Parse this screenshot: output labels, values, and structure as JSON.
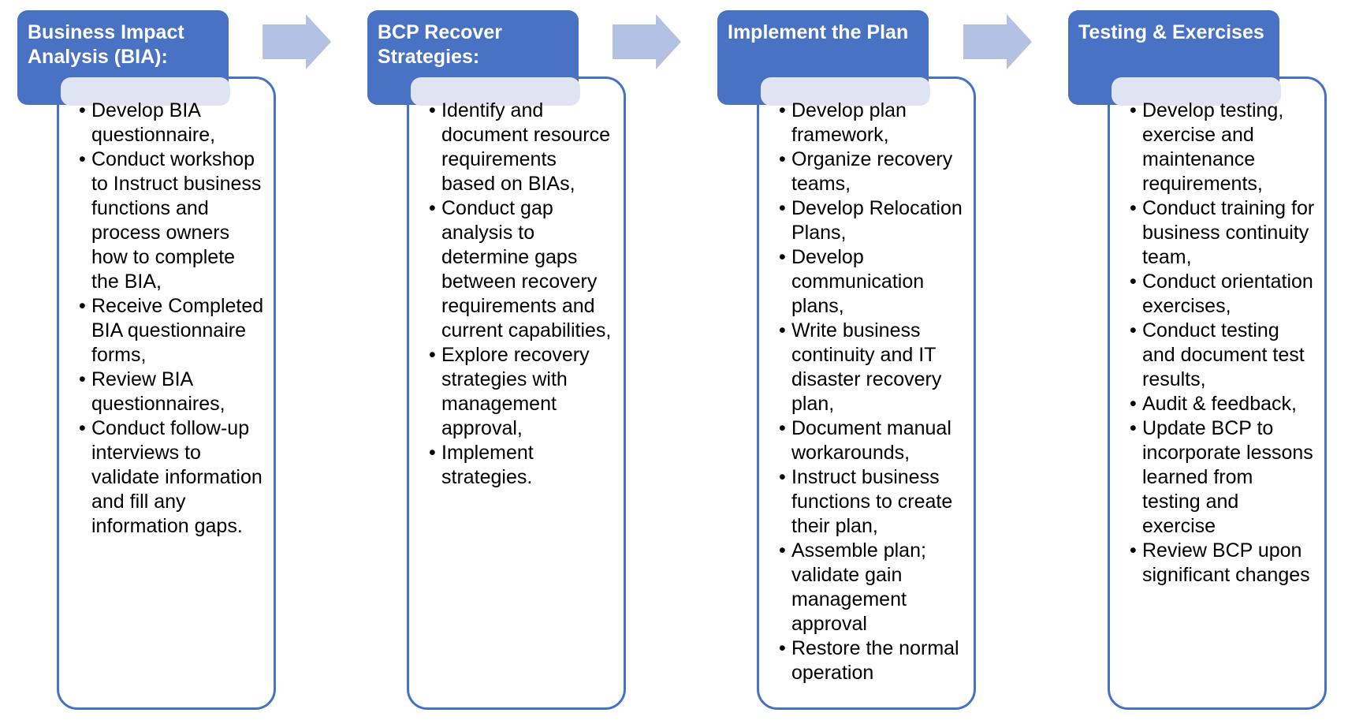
{
  "colors": {
    "header_blue": "#4a72c4",
    "border_blue": "#4472c4",
    "band_blue": "#dfe4f3",
    "arrow_blue": "#b3c2e3",
    "header_text": "#ffffff",
    "body_text": "#000000"
  },
  "diagram": {
    "columns": [
      {
        "title": "Business Impact\nAnalysis (BIA):",
        "items": [
          "Develop BIA questionnaire,",
          "Conduct workshop to Instruct business functions and process owners how to complete the BIA,",
          "Receive Completed BIA questionnaire forms,",
          "Review BIA questionnaires,",
          "Conduct follow-up interviews to validate information and fill any information gaps."
        ]
      },
      {
        "title": "BCP Recover\nStrategies:",
        "items": [
          "Identify and document resource requirements based on BIAs,",
          "Conduct gap analysis to determine gaps between recovery requirements and current capabilities,",
          "Explore recovery strategies with management approval,",
          "Implement strategies."
        ]
      },
      {
        "title": "Implement the Plan",
        "items": [
          "Develop plan framework,",
          "Organize recovery teams,",
          "Develop Relocation Plans,",
          "Develop communication plans,",
          "Write business continuity and IT disaster recovery plan,",
          "Document manual workarounds,",
          "Instruct business functions to create their plan,",
          "Assemble plan; validate gain management approval",
          "Restore the normal operation"
        ]
      },
      {
        "title": "Testing & Exercises",
        "items": [
          "Develop testing, exercise and maintenance requirements,",
          "Conduct training for business continuity team,",
          "Conduct orientation exercises,",
          "Conduct testing and document test results,",
          "Audit & feedback,",
          "Update BCP to incorporate lessons learned from testing and exercise",
          "Review BCP upon significant changes"
        ]
      }
    ]
  }
}
